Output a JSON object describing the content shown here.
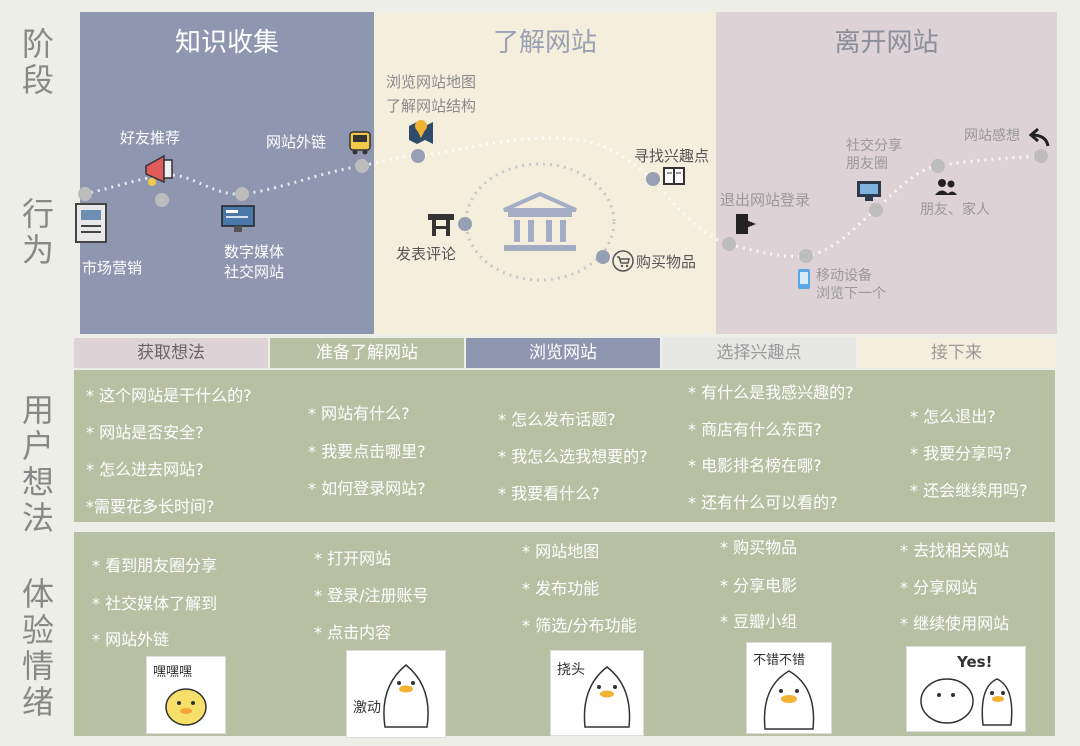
{
  "side_labels": {
    "stage": "阶段",
    "behavior": "行为",
    "thoughts": "用户想法",
    "emotion": "体验情绪"
  },
  "stages": [
    "知识收集",
    "了解网站",
    "离开网站"
  ],
  "actions": {
    "market": "市场营销",
    "friend_rec": "好友推荐",
    "digital_media": [
      "数字媒体",
      "社交网站"
    ],
    "external_link": "网站外链",
    "browse_map": [
      "浏览网站地图",
      "了解网站结构"
    ],
    "find_interest": "寻找兴趣点",
    "post_comment": "发表评论",
    "buy_item": "购买物品",
    "logout": "退出网站登录",
    "social_share": [
      "社交分享",
      "朋友圈"
    ],
    "site_feel": "网站感想",
    "friends_family": "朋友、家人",
    "mobile": [
      "移动设备",
      "浏览下一个"
    ]
  },
  "tabs": [
    "获取想法",
    "准备了解网站",
    "浏览网站",
    "选择兴趣点",
    "接下来"
  ],
  "thoughts": [
    [
      "* 这个网站是干什么的?",
      "* 网站是否安全?",
      "* 怎么进去网站?",
      "*需要花多长时间?"
    ],
    [
      "*  网站有什么?",
      "* 我要点击哪里?",
      "* 如何登录网站?"
    ],
    [
      "* 怎么发布话题?",
      "* 我怎么选我想要的?",
      "* 我要看什么?"
    ],
    [
      "* 有什么是我感兴趣的?",
      "* 商店有什么东西?",
      "* 电影排名榜在哪?",
      "* 还有什么可以看的?"
    ],
    [
      "* 怎么退出?",
      "* 我要分享吗?",
      "* 还会继续用吗?"
    ]
  ],
  "emotions": [
    [
      "* 看到朋友圈分享",
      "* 社交媒体了解到",
      "* 网站外链"
    ],
    [
      "*  打开网站",
      "* 登录/注册账号",
      "* 点击内容"
    ],
    [
      "* 网站地图",
      "* 发布功能",
      "* 筛选/分布功能"
    ],
    [
      "* 购买物品",
      "* 分享电影",
      "* 豆瓣小组"
    ],
    [
      "* 去找相关网站",
      "* 分享网站",
      "* 继续使用网站"
    ]
  ],
  "stickers": [
    "嘿嘿嘿",
    "激动",
    "挠头",
    "不错不错",
    "Yes!"
  ],
  "colors": {
    "stage1": "#8f97b0",
    "stage2": "#f4eedd",
    "stage3": "#ddd2d6",
    "panel": "#b8c0a4"
  }
}
